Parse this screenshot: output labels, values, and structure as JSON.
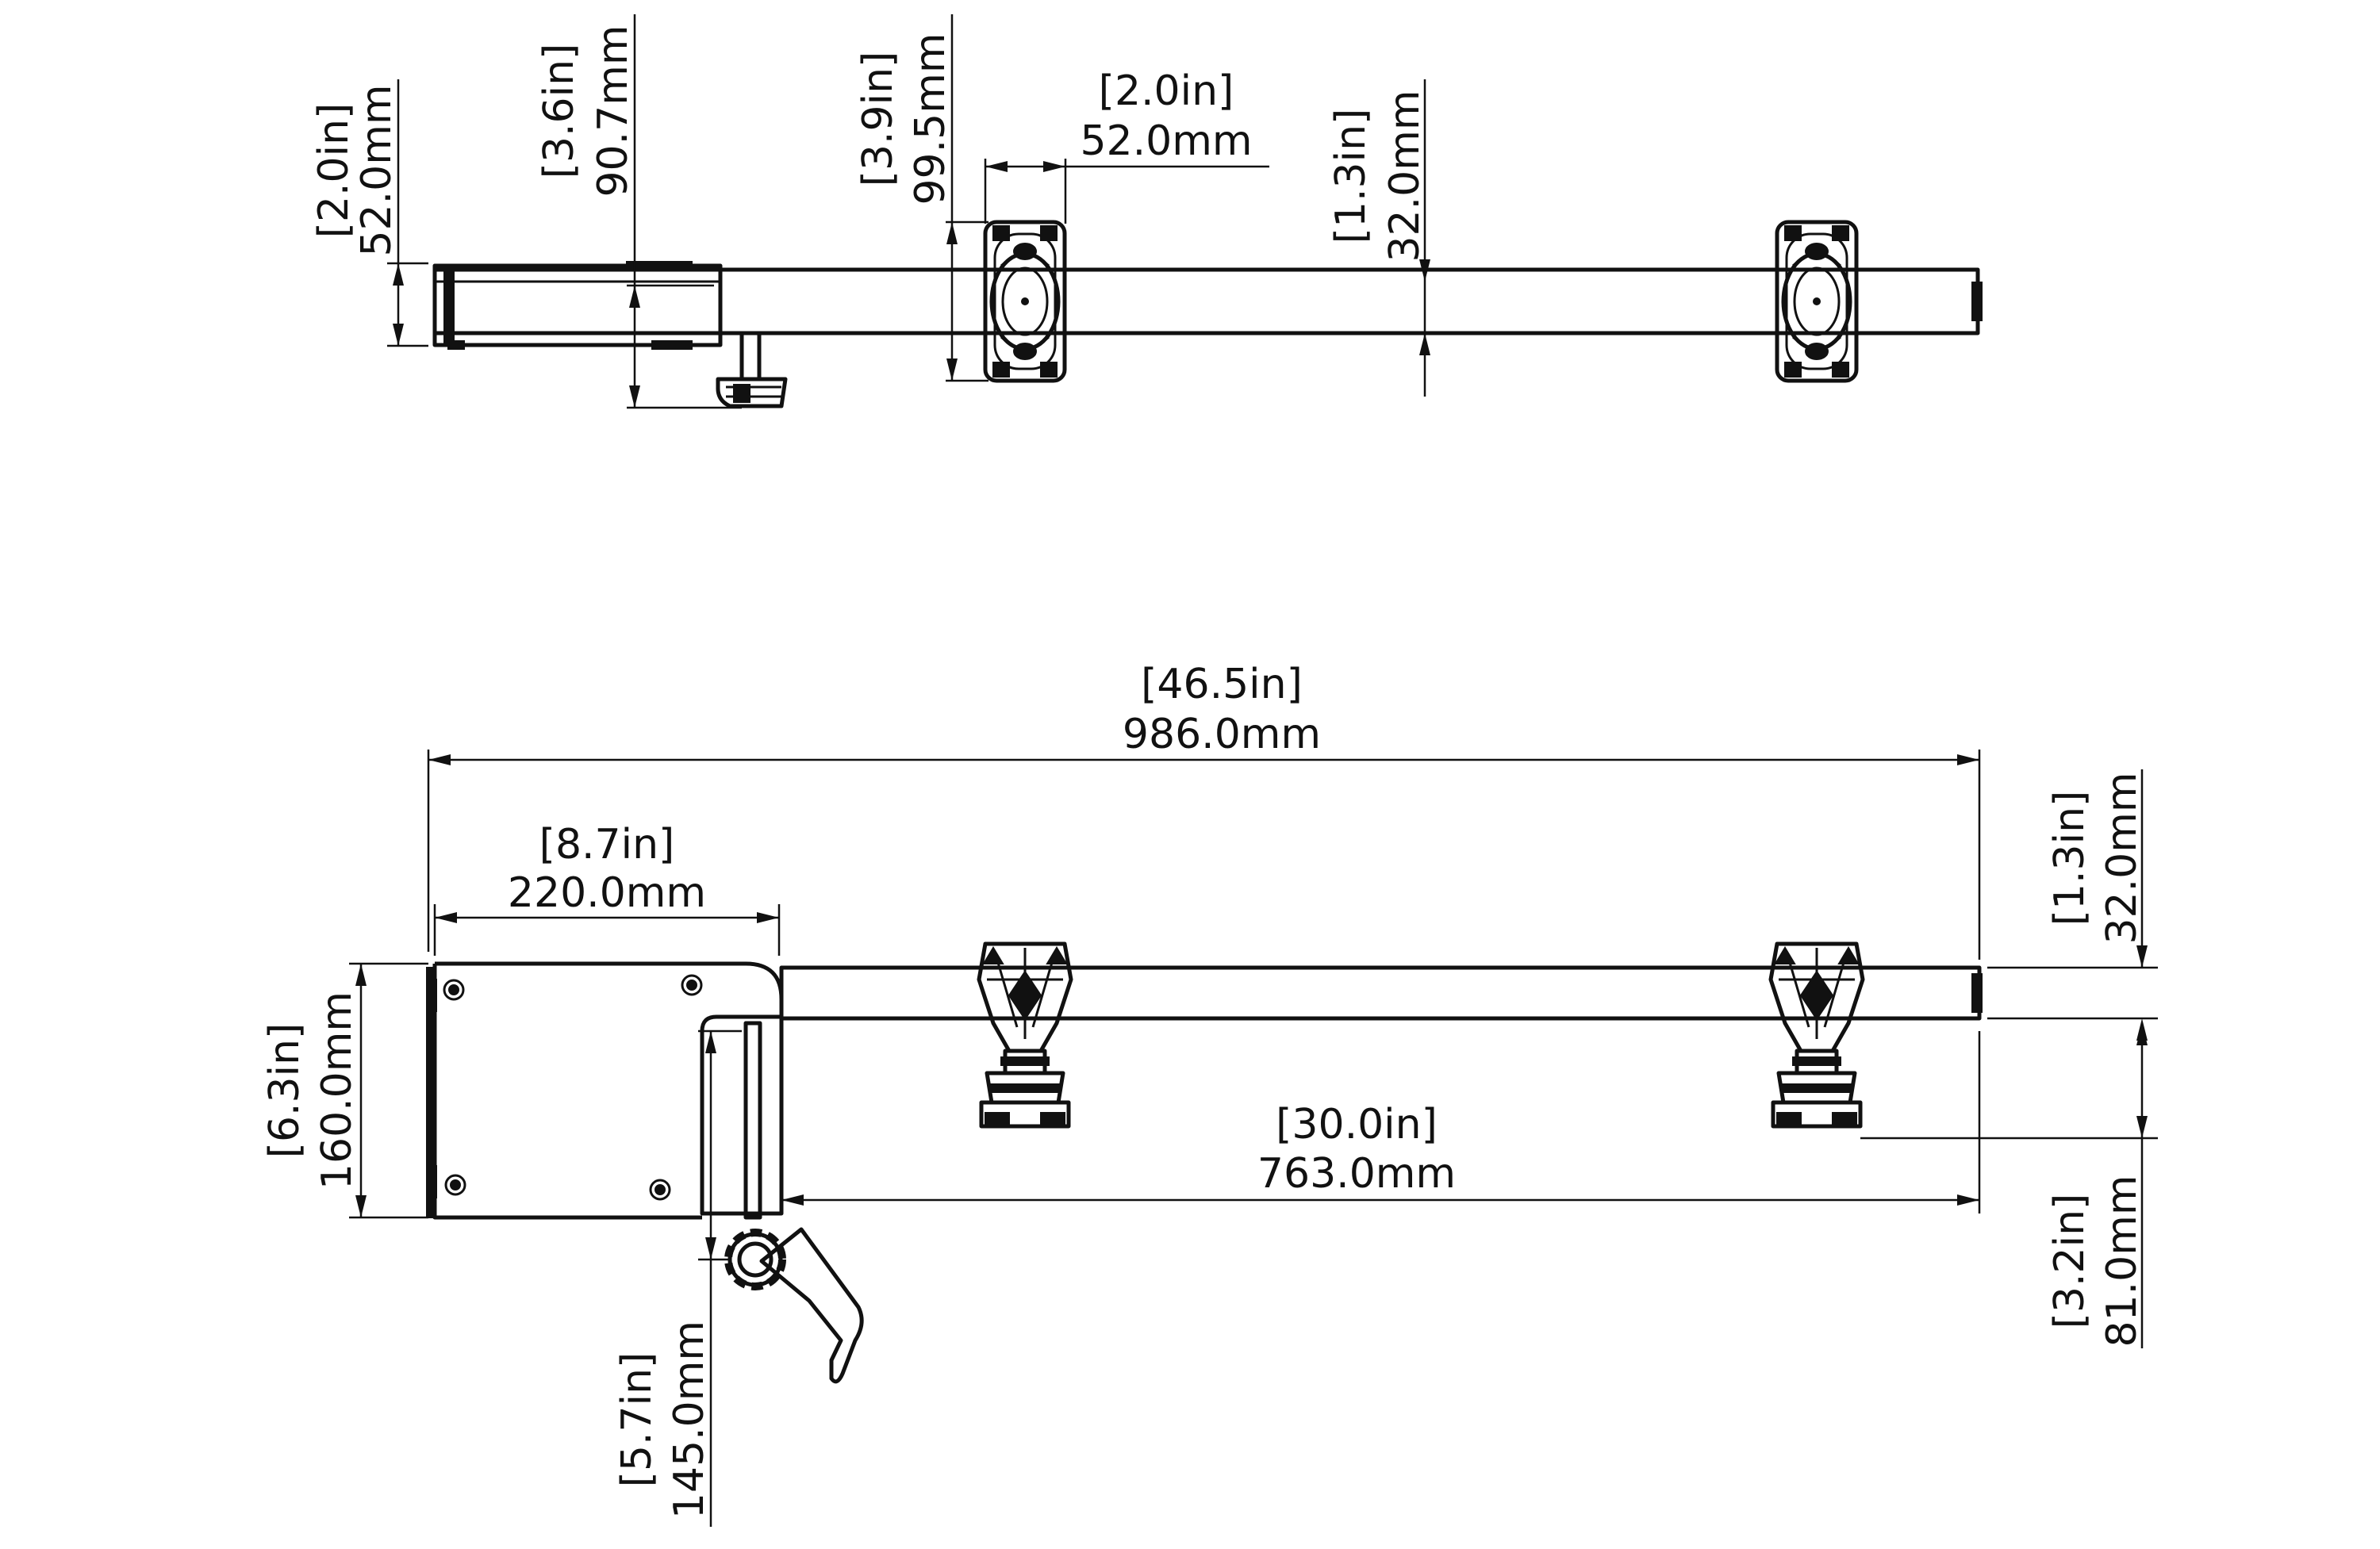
{
  "dimensions": {
    "top_height": {
      "imperial": "2.0in",
      "metric": "52.0mm"
    },
    "top_clamp_depth": {
      "imperial": "3.6in",
      "metric": "90.7mm"
    },
    "top_holder_height": {
      "imperial": "3.9in",
      "metric": "99.5mm"
    },
    "top_holder_width": {
      "imperial": "2.0in",
      "metric": "52.0mm"
    },
    "top_bar_thickness": {
      "imperial": "1.3in",
      "metric": "32.0mm"
    },
    "overall_length": {
      "imperial": "46.5in",
      "metric": "986.0mm"
    },
    "plate_width": {
      "imperial": "8.7in",
      "metric": "220.0mm"
    },
    "side_bar_thickness": {
      "imperial": "1.3in",
      "metric": "32.0mm"
    },
    "plate_height": {
      "imperial": "6.3in",
      "metric": "160.0mm"
    },
    "holder_spacing": {
      "imperial": "30.0in",
      "metric": "763.0mm"
    },
    "holder_drop": {
      "imperial": "3.2in",
      "metric": "81.0mm"
    },
    "clamp_reach": {
      "imperial": "5.7in",
      "metric": "145.0mm"
    }
  }
}
